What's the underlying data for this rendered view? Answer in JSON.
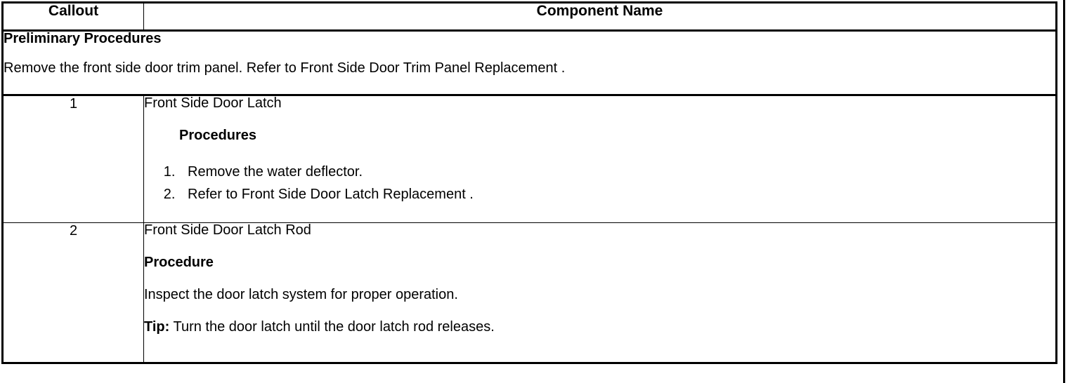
{
  "table": {
    "headers": {
      "callout": "Callout",
      "component_name": "Component Name"
    },
    "preliminary": {
      "title": "Preliminary Procedures",
      "body": "Remove the front side door trim panel. Refer to Front Side Door Trim Panel Replacement ."
    },
    "rows": [
      {
        "callout": "1",
        "component_name": "Front Side Door Latch",
        "sub_heading": "Procedures",
        "steps": [
          "Remove the water deflector.",
          "Refer to Front Side Door Latch Replacement ."
        ]
      },
      {
        "callout": "2",
        "component_name": "Front Side Door Latch Rod",
        "sub_heading": "Procedure",
        "paragraph": "Inspect the door latch system for proper operation.",
        "tip_label": "Tip:",
        "tip_text": " Turn the door latch until the door latch rod releases."
      }
    ]
  }
}
